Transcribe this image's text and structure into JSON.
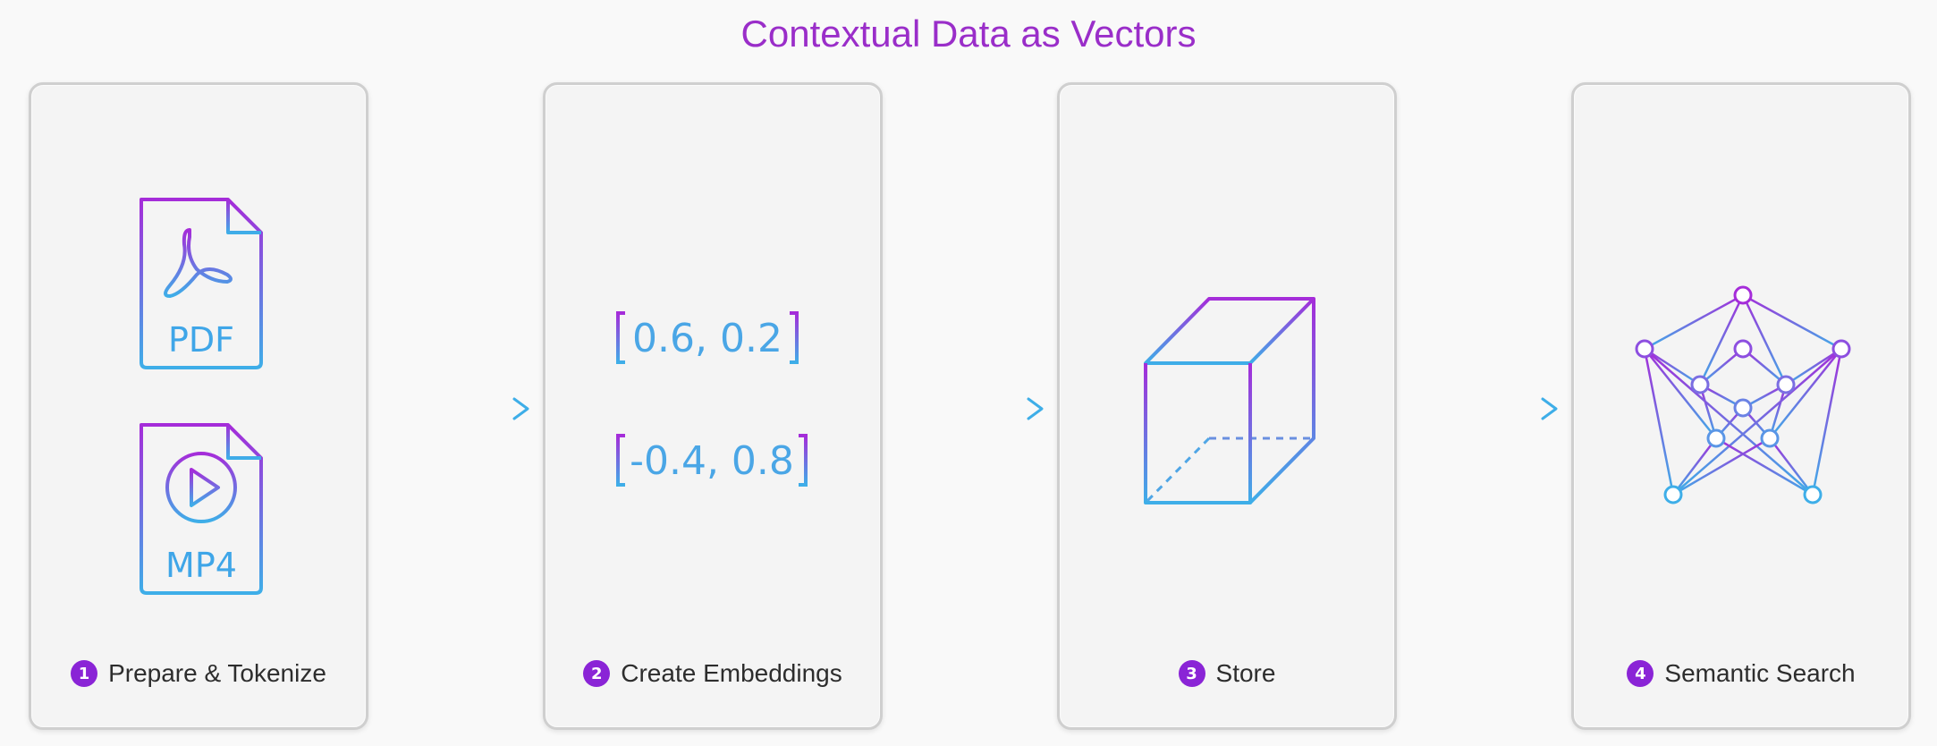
{
  "title": "Contextual Data as Vectors",
  "colors": {
    "accent_purple": "#9a2ec9",
    "accent_blue": "#3fa6e8",
    "step_badge": "#8a24d6"
  },
  "steps": [
    {
      "number": "1",
      "label": "Prepare & Tokenize",
      "icons": [
        "pdf-file-icon",
        "mp4-video-file-icon"
      ],
      "files": [
        {
          "label": "PDF"
        },
        {
          "label": "MP4"
        }
      ]
    },
    {
      "number": "2",
      "label": "Create Embeddings",
      "vectors": [
        "0.6, 0.2",
        "-0.4, 0.8"
      ]
    },
    {
      "number": "3",
      "label": "Store",
      "icon": "cube-icon"
    },
    {
      "number": "4",
      "label": "Semantic Search",
      "icon": "network-graph-icon"
    }
  ]
}
